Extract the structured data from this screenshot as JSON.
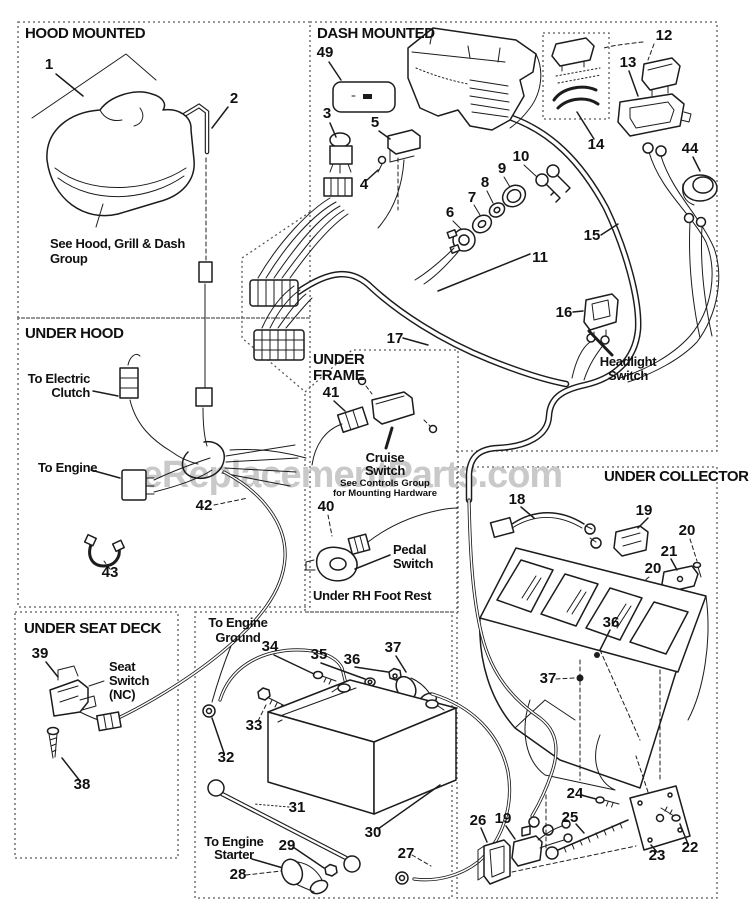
{
  "watermark": "eReplacementParts.com",
  "sections": {
    "hood": "HOOD MOUNTED",
    "dash": "DASH MOUNTED",
    "under_hood": "UNDER HOOD",
    "under_frame_line1": "UNDER",
    "under_frame_line2": "FRAME",
    "under_seat": "UNDER SEAT DECK",
    "under_collector": "UNDER COLLECTOR"
  },
  "notes": {
    "hood_ref_line1": "See Hood, Grill & Dash",
    "hood_ref_line2": "Group",
    "clutch_line1": "To Electric",
    "clutch_line2": "Clutch",
    "engine": "To Engine",
    "cruise_line1": "Cruise",
    "cruise_line2": "Switch",
    "cruise_line3": "See Controls Group",
    "cruise_line4": "for Mounting Hardware",
    "pedal_line1": "Pedal",
    "pedal_line2": "Switch",
    "foot_rest": "Under RH Foot Rest",
    "headlight_line1": "Headlight",
    "headlight_line2": "Switch",
    "seat_line1": "Seat",
    "seat_line2": "Switch",
    "seat_line3": "(NC)",
    "ground_line1": "To Engine",
    "ground_line2": "Ground",
    "starter_line1": "To Engine",
    "starter_line2": "Starter"
  },
  "callouts": {
    "p1": "1",
    "p2": "2",
    "p3": "3",
    "p4": "4",
    "p5": "5",
    "p6": "6",
    "p7": "7",
    "p8": "8",
    "p9": "9",
    "p10": "10",
    "p11": "11",
    "p12": "12",
    "p13": "13",
    "p14": "14",
    "p15": "15",
    "p16": "16",
    "p17": "17",
    "p18": "18",
    "p19": "19",
    "p19b": "19",
    "p20": "20",
    "p20b": "20",
    "p21": "21",
    "p22": "22",
    "p23": "23",
    "p24": "24",
    "p25": "25",
    "p26": "26",
    "p27": "27",
    "p28": "28",
    "p29": "29",
    "p30": "30",
    "p31": "31",
    "p32": "32",
    "p33": "33",
    "p34": "34",
    "p35": "35",
    "p36": "36",
    "p36b": "36",
    "p37": "37",
    "p37b": "37",
    "p38": "38",
    "p39": "39",
    "p40": "40",
    "p41": "41",
    "p42": "42",
    "p43": "43",
    "p44": "44",
    "p49": "49"
  }
}
